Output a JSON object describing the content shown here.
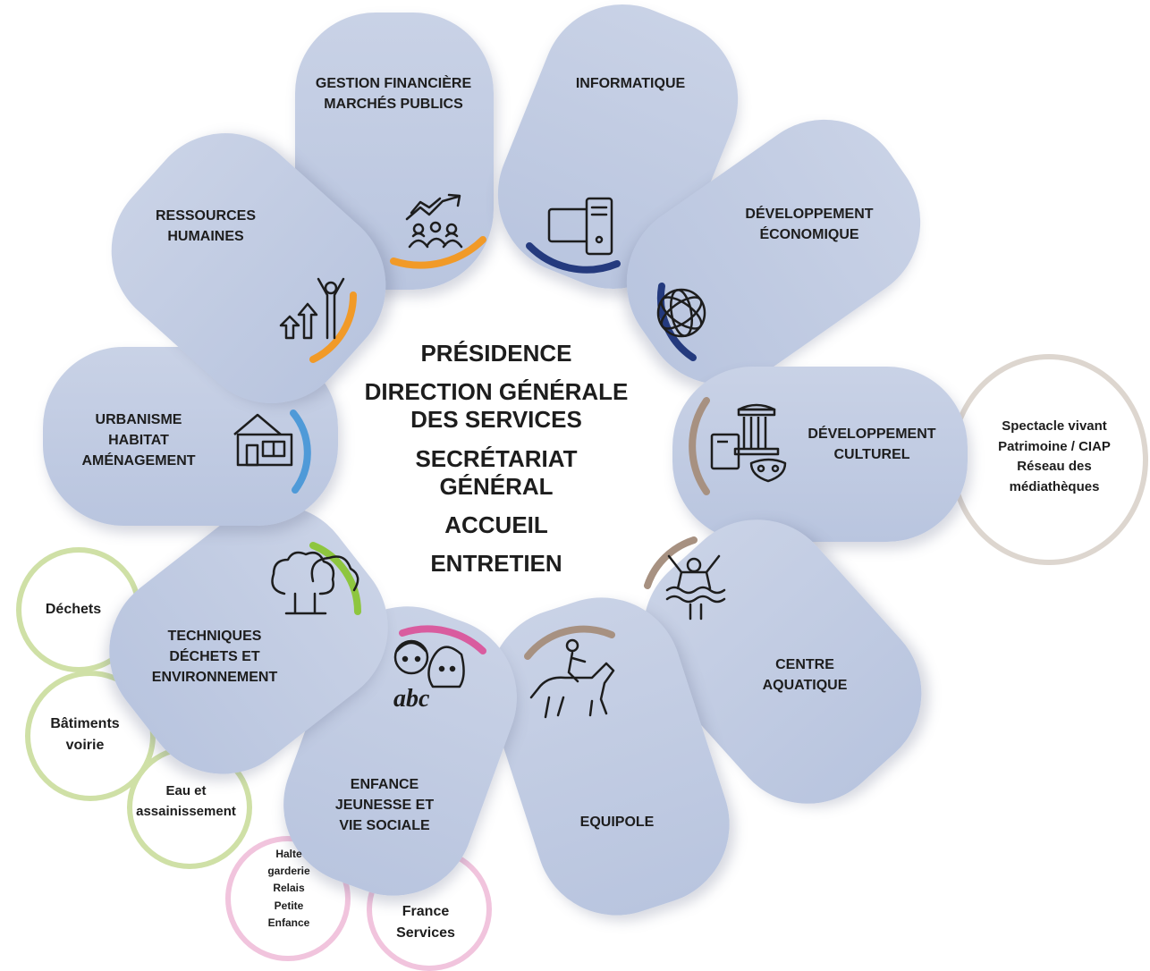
{
  "colors": {
    "pill": "#c0cbe2",
    "orange": "#f19a28",
    "navy": "#243a7e",
    "blue": "#4f9ad8",
    "green": "#8ec63f",
    "pink": "#d95c9f",
    "tan": "#a79181",
    "green_ring": "#cfe0a6",
    "pink_ring": "#f1c4dd",
    "tan_ring": "#ddd6cf"
  },
  "center": {
    "line1": "PRÉSIDENCE",
    "line2": "DIRECTION GÉNÉRALE\nDES SERVICES",
    "line3": "SECRÉTARIAT GÉNÉRAL",
    "line4": "ACCUEIL",
    "line5": "ENTRETIEN"
  },
  "services": {
    "gestion": {
      "label": "GESTION FINANCIÈRE\nMARCHÉS PUBLICS",
      "icon": "growth-chart-people-icon"
    },
    "informatique": {
      "label": "INFORMATIQUE",
      "icon": "desktop-computer-icon"
    },
    "eco": {
      "label": "DÉVELOPPEMENT\nÉCONOMIQUE",
      "icon": "globe-icon"
    },
    "culture": {
      "label": "DÉVELOPPEMENT\nCULTUREL",
      "icon": "culture-column-book-mask-icon"
    },
    "aquatique": {
      "label": "CENTRE\nAQUATIQUE",
      "icon": "swimmer-icon"
    },
    "equipole": {
      "label": "EQUIPOLE",
      "icon": "horse-rider-icon"
    },
    "enfance": {
      "label": "ENFANCE\nJEUNESSE ET\nVIE SOCIALE",
      "icon": "children-abc-icon"
    },
    "techniques": {
      "label": "TECHNIQUES\nDÉCHETS ET\nENVIRONNEMENT",
      "icon": "trees-icon"
    },
    "urbanisme": {
      "label": "URBANISME\nHABITAT\nAMÉNAGEMENT",
      "icon": "house-icon"
    },
    "rh": {
      "label": "RESSOURCES\nHUMAINES",
      "icon": "people-arrows-up-icon"
    }
  },
  "subs": {
    "culture": "Spectacle vivant\nPatrimoine / CIAP\nRéseau des\nmédiathèques",
    "dechets": "Déchets",
    "batiments": "Bâtiments\nvoirie",
    "eau": "Eau et\nassainissement",
    "halte": "Halte\ngarderie\nRelais\nPetite\nEnfance",
    "france": "France\nServices"
  }
}
